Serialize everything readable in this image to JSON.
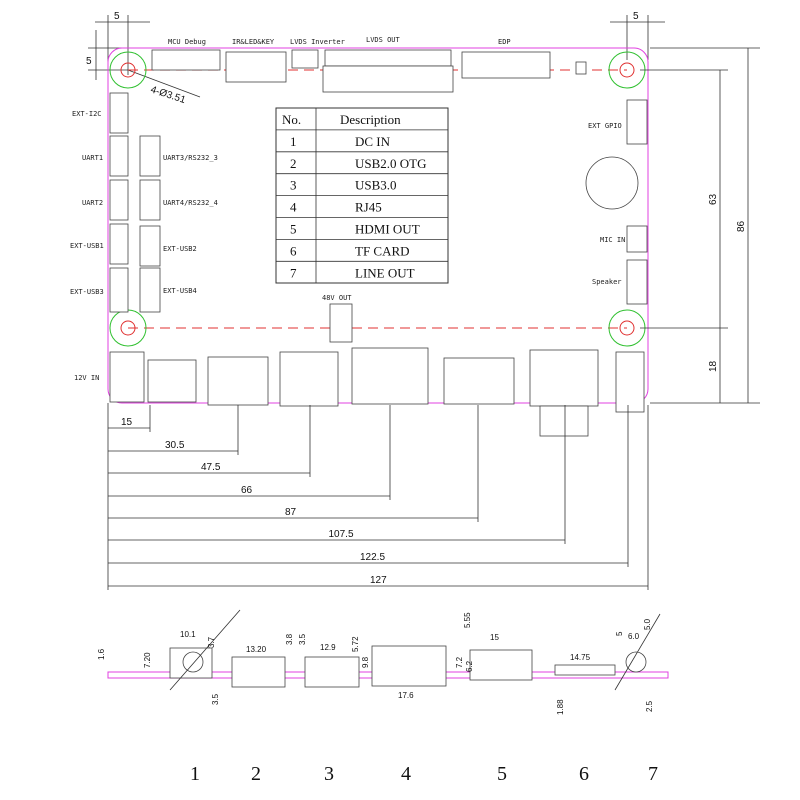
{
  "title_dims": {
    "left_offset": "5",
    "top_offset": "5",
    "right_offset": "5",
    "hole_spec": "4-Ø3.51"
  },
  "top_connectors": [
    "MCU Debug",
    "IR&LED&KEY",
    "LVDS Inverter",
    "LVDS OUT",
    "EDP"
  ],
  "left_connectors": [
    "EXT-I2C",
    "UART1",
    "UART2",
    "EXT-USB1",
    "EXT-USB3",
    "12V IN"
  ],
  "inner_connectors": [
    "UART3/RS232_3",
    "UART4/RS232_4",
    "EXT-USB2",
    "EXT-USB4",
    "48V OUT"
  ],
  "right_connectors": [
    "EXT GPIO",
    "MIC IN",
    "Speaker"
  ],
  "table": {
    "headers": [
      "No.",
      "Description"
    ],
    "rows": [
      {
        "no": "1",
        "desc": "DC IN"
      },
      {
        "no": "2",
        "desc": "USB2.0 OTG"
      },
      {
        "no": "3",
        "desc": "USB3.0"
      },
      {
        "no": "4",
        "desc": "RJ45"
      },
      {
        "no": "5",
        "desc": "HDMI OUT"
      },
      {
        "no": "6",
        "desc": "TF CARD"
      },
      {
        "no": "7",
        "desc": "LINE OUT"
      }
    ]
  },
  "right_dims": {
    "hole_span": "63",
    "board_height": "86",
    "bottom": "18"
  },
  "bottom_dims": [
    "15",
    "30.5",
    "47.5",
    "66",
    "87",
    "107.5",
    "122.5",
    "127"
  ],
  "side_view_dims": [
    "1.6",
    "10.1",
    "7.20",
    "3.7",
    "3.5",
    "13.20",
    "3.8",
    "3.5",
    "12.9",
    "5.72",
    "9.8",
    "17.6",
    "5.55",
    "7.2",
    "6.2",
    "15",
    "1.88",
    "14.75",
    "5",
    "6.0",
    "5.0",
    "2.5"
  ],
  "port_numbers": [
    "1",
    "2",
    "3",
    "4",
    "5",
    "6",
    "7"
  ],
  "colors": {
    "outline": "#e040e0",
    "dashed": "#e03030",
    "hole": "#30c030"
  }
}
